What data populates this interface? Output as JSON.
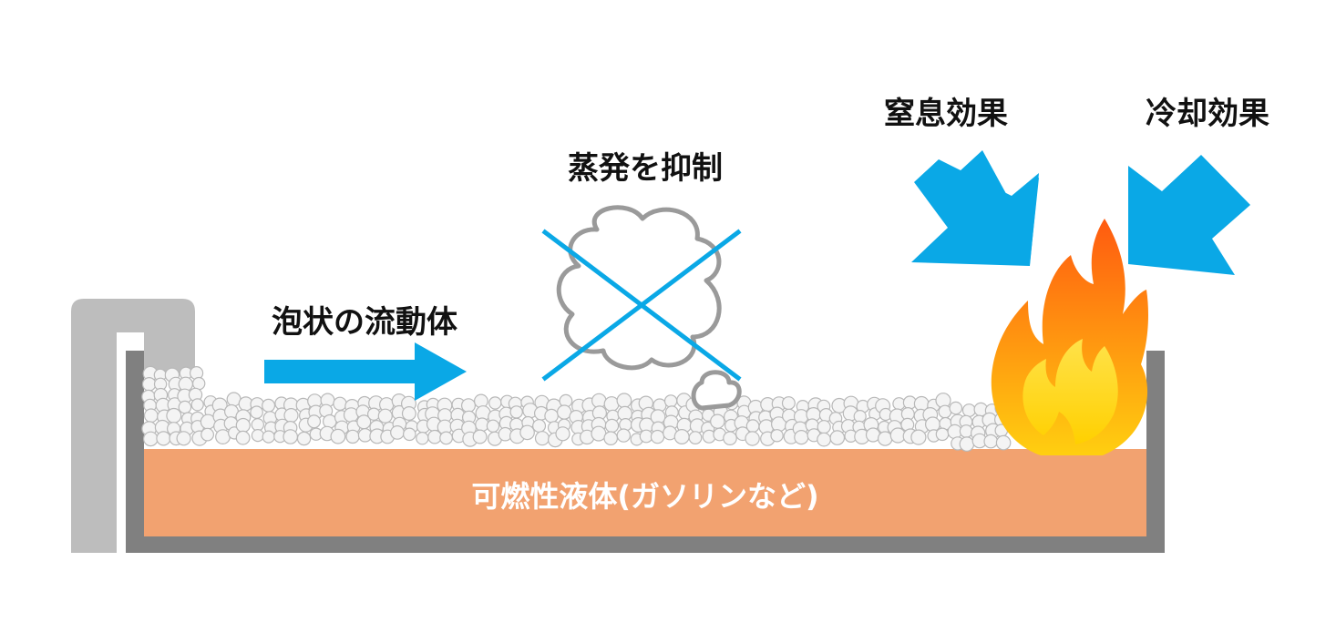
{
  "labels": {
    "foam_flow": "泡状の流動体",
    "suppress_evaporation": "蒸発を抑制",
    "smothering_effect": "窒息効果",
    "cooling_effect": "冷却効果",
    "liquid": "可燃性液体(ガソリンなど)"
  },
  "icons": {
    "flow_arrow": "right-arrow-icon",
    "vapor": "vapor-cloud-icon",
    "cross": "x-cross-icon",
    "arrows_down": "down-arrow-icon",
    "fire": "flame-icon"
  },
  "colors": {
    "arrow_blue": "#0aa8e6",
    "liquid_orange": "#f2a270",
    "tank_gray": "#808080",
    "pipe_gray": "#bdbdbd",
    "foam_white": "#f4f4f4",
    "flame_outer": "#ff7a10",
    "flame_inner": "#ffd21a",
    "text": "#111111",
    "liquid_text": "#ffffff"
  }
}
